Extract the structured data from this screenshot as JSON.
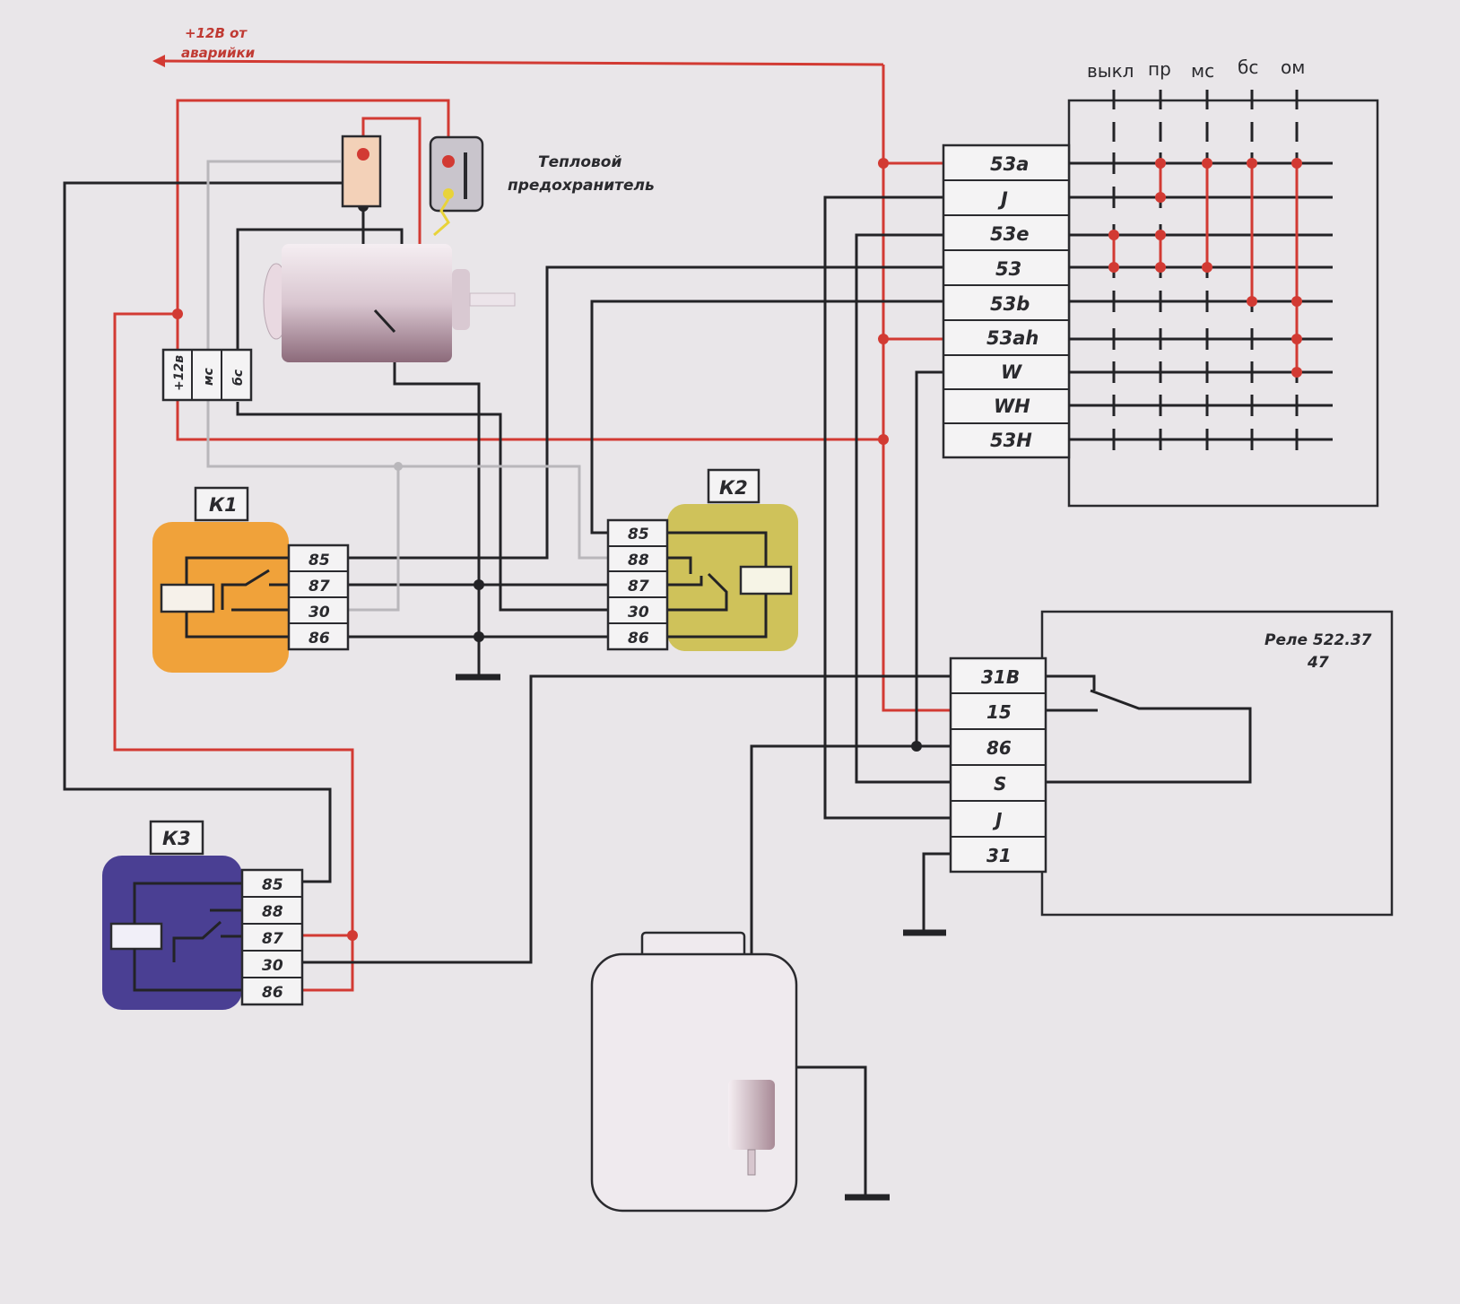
{
  "source_label": {
    "line1": "+12В от",
    "line2": "аварийки"
  },
  "fuse_label": {
    "line1": "Тепловой",
    "line2": "предохранитель"
  },
  "motor_connector": {
    "pins": [
      "+12в",
      "мс",
      "бс"
    ]
  },
  "switch": {
    "positions": [
      "выкл",
      "пр",
      "мс",
      "бс",
      "ом"
    ],
    "terminals": [
      "53a",
      "J",
      "53e",
      "53",
      "53b",
      "53ah",
      "W",
      "WH",
      "53H"
    ]
  },
  "relay_k1": {
    "name": "К1",
    "pins": [
      "85",
      "87",
      "30",
      "86"
    ],
    "color": "#f0a23a"
  },
  "relay_k2": {
    "name": "К2",
    "pins": [
      "85",
      "88",
      "87",
      "30",
      "86"
    ],
    "color": "#cfc25a"
  },
  "relay_k3": {
    "name": "К3",
    "pins": [
      "85",
      "88",
      "87",
      "30",
      "86"
    ],
    "color": "#4a3f93"
  },
  "timer_relay": {
    "title_line1": "Реле  522.37",
    "title_line2": "47",
    "pins": [
      "31B",
      "15",
      "86",
      "S",
      "J",
      "31"
    ]
  },
  "colors": {
    "positive_wire": "#d23a33",
    "wire": "#232326",
    "ground_wire": "#b9b7bb"
  }
}
